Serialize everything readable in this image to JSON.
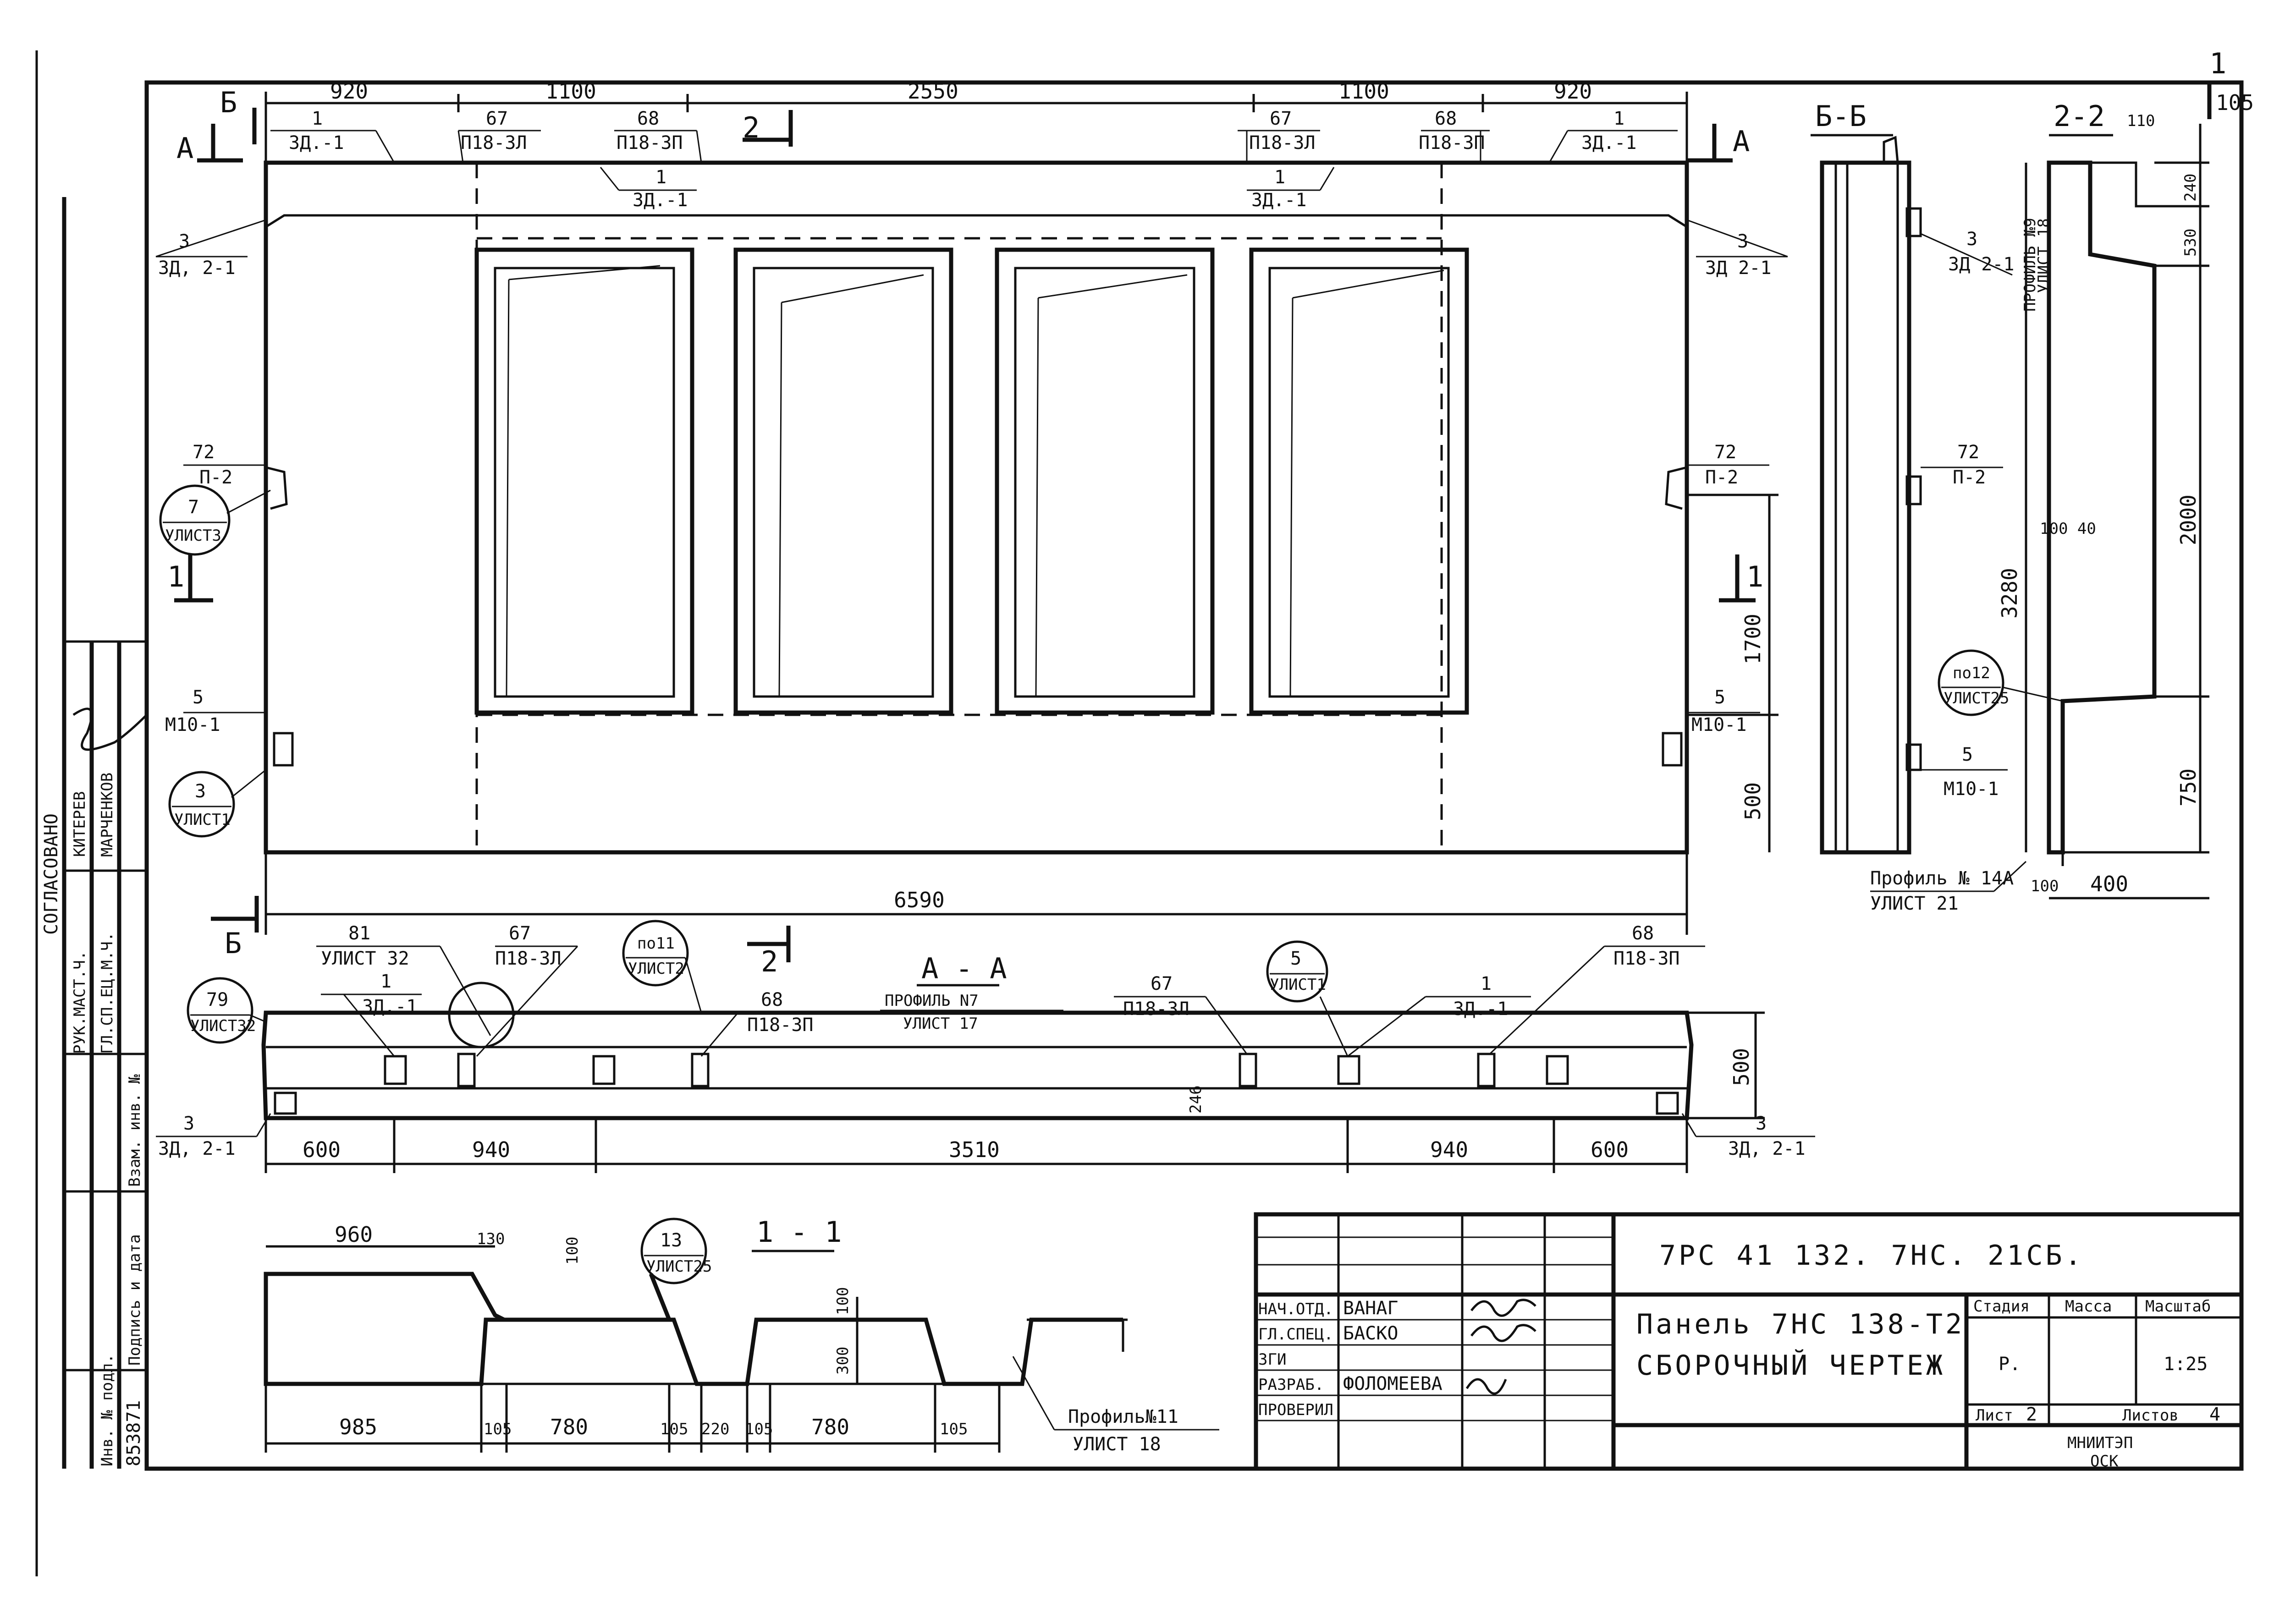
{
  "sheet": {
    "number": "105",
    "corner_mark": "1"
  },
  "facade": {
    "dims_top": [
      "920",
      "1100",
      "2550",
      "1100",
      "920"
    ],
    "overall_width": "6590",
    "section_marks": {
      "a_left": "А",
      "a_right": "А",
      "b_top": "Б",
      "b_bottom": "Б",
      "s2_top": "2",
      "s1_left": "1",
      "s1_right": "1"
    },
    "callouts_top": [
      {
        "num": "1",
        "ref": "3Д.-1"
      },
      {
        "num": "67",
        "ref": "П18-3Л"
      },
      {
        "num": "68",
        "ref": "П18-3П"
      },
      {
        "num": "1",
        "ref": "3Д.-1"
      },
      {
        "num": "67",
        "ref": "П18-3Л"
      },
      {
        "num": "68",
        "ref": "П18-3П"
      },
      {
        "num": "1",
        "ref": "3Д.-1"
      },
      {
        "num": "1",
        "ref": "3Д.-1"
      }
    ],
    "callout_3_left": {
      "num": "3",
      "ref": "3Д, 2-1"
    },
    "callout_3_right": {
      "num": "3",
      "ref": "3Д 2-1"
    },
    "callout_72_left": {
      "num": "72",
      "ref": "П-2"
    },
    "callout_72_right": {
      "num": "72",
      "ref": "П-2"
    },
    "bubble_7": {
      "num": "7",
      "ref": "УЛИСТ3"
    },
    "callout_5_left": {
      "num": "5",
      "ref": "М10-1"
    },
    "callout_5_right": {
      "num": "5",
      "ref": "М10-1"
    },
    "bubble_3": {
      "num": "3",
      "ref": "УЛИСТ1"
    },
    "dims_right": [
      "1700",
      "500"
    ]
  },
  "section_bb": {
    "title": "Б-Б",
    "callout_3": {
      "num": "3",
      "ref": "3Д 2-1"
    },
    "callout_72": {
      "num": "72",
      "ref": "П-2"
    },
    "bubble_12": {
      "num": "по12",
      "ref": "УЛИСТ25"
    },
    "callout_5": {
      "num": "5",
      "ref": "М10-1"
    },
    "profile_9": "ПРОФИЛЬ №9",
    "profile_9_sheet": "УЛИСТ 18",
    "profile_14a": "Профиль № 14А",
    "profile_14a_sheet": "УЛИСТ 21",
    "dim_height": "3280",
    "dim_100_40": "100 40",
    "dim_100": "100",
    "dim_400": "400"
  },
  "section_22": {
    "title": "2-2",
    "dims": [
      "110",
      "240",
      "530",
      "2000",
      "750"
    ]
  },
  "plan_aa": {
    "title": "А - А",
    "profile": "ПРОФИЛЬ N7",
    "profile_sheet": "УЛИСТ 17",
    "callout_81": {
      "num": "81",
      "ref": "УЛИСТ 32"
    },
    "callout_67a": {
      "num": "67",
      "ref": "П18-3Л"
    },
    "callout_1a": {
      "num": "1",
      "ref": "3Д.-1"
    },
    "bubble_11": {
      "num": "по11",
      "ref": "УЛИСТ2"
    },
    "callout_68a": {
      "num": "68",
      "ref": "П18-3П"
    },
    "callout_67b": {
      "num": "67",
      "ref": "П18-3Л"
    },
    "bubble_5": {
      "num": "5",
      "ref": "УЛИСТ1"
    },
    "callout_1b": {
      "num": "1",
      "ref": "3Д.-1"
    },
    "callout_68b": {
      "num": "68",
      "ref": "П18-3П"
    },
    "bubble_79": {
      "num": "79",
      "ref": "УЛИСТ32"
    },
    "callout_3_left": {
      "num": "3",
      "ref": "3Д, 2-1"
    },
    "callout_3_right": {
      "num": "3",
      "ref": "3Д, 2-1"
    },
    "dims_bottom": [
      "600",
      "940",
      "3510",
      "940",
      "600"
    ],
    "dim_500": "500",
    "dim_246": "246",
    "section_mark_2": "2"
  },
  "section_11": {
    "title": "1 - 1",
    "bubble_13": {
      "num": "13",
      "ref": "УЛИСТ25"
    },
    "dims_top": [
      "960",
      "130",
      "100"
    ],
    "dims_mid": [
      "100",
      "300"
    ],
    "dims_bottom": [
      "985",
      "105",
      "780",
      "105",
      "220",
      "105",
      "780",
      "105"
    ],
    "profile": "Профиль№11",
    "profile_sheet": "УЛИСТ 18"
  },
  "margin": {
    "agreed": "СОГЛАСОВАНО",
    "rows": [
      {
        "role": "РУК.МАСТ.Ч.",
        "name": "КИТЕРЕВ"
      },
      {
        "role": "ГЛ.СП.ЕЦ.М.Ч.",
        "name": "МАРЧЕНКОВ"
      }
    ],
    "vzam": "Взам. инв. №",
    "podpis": "Подпись и дата",
    "inv": "Инв. № подл.",
    "inv_value": "853871"
  },
  "title_block": {
    "code": "7РС 41 132. 7НС. 21СБ.",
    "name_line1": "Панель 7НС 138-Т2",
    "name_line2": "СБОРОЧНЫЙ ЧЕРТЕЖ",
    "staff": [
      {
        "role": "НАЧ.ОТД.",
        "name": "ВАНАГ"
      },
      {
        "role": "ГЛ.СПЕЦ.",
        "name": "БАСКО"
      },
      {
        "role": "ЗГИ",
        "name": ""
      },
      {
        "role": "РАЗРАБ.",
        "name": "ФОЛОМЕЕВА"
      },
      {
        "role": "ПРОВЕРИЛ",
        "name": ""
      }
    ],
    "stage_label": "Стадия",
    "mass_label": "Масса",
    "scale_label": "Масштаб",
    "stage": "Р.",
    "scale": "1:25",
    "sheet_label": "Лист",
    "sheet": "2",
    "sheets_label": "Листов",
    "sheets": "4",
    "org_line1": "МНИИТЭП",
    "org_line2": "ОСК"
  },
  "colors": {
    "ink": "#111111",
    "paper": "#ffffff"
  }
}
